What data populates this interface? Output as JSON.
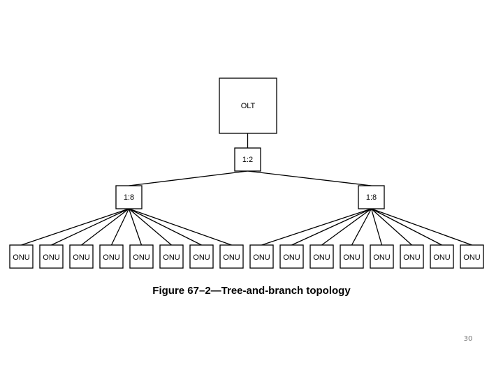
{
  "diagram": {
    "root": {
      "label": "OLT"
    },
    "splitter_top": {
      "label": "1:2"
    },
    "splitters": [
      {
        "label": "1:8"
      },
      {
        "label": "1:8"
      }
    ],
    "leaf_label": "ONU",
    "leaves_per_splitter": 8,
    "caption": "Figure 67–2—Tree-and-branch topology"
  },
  "page_number": "30"
}
